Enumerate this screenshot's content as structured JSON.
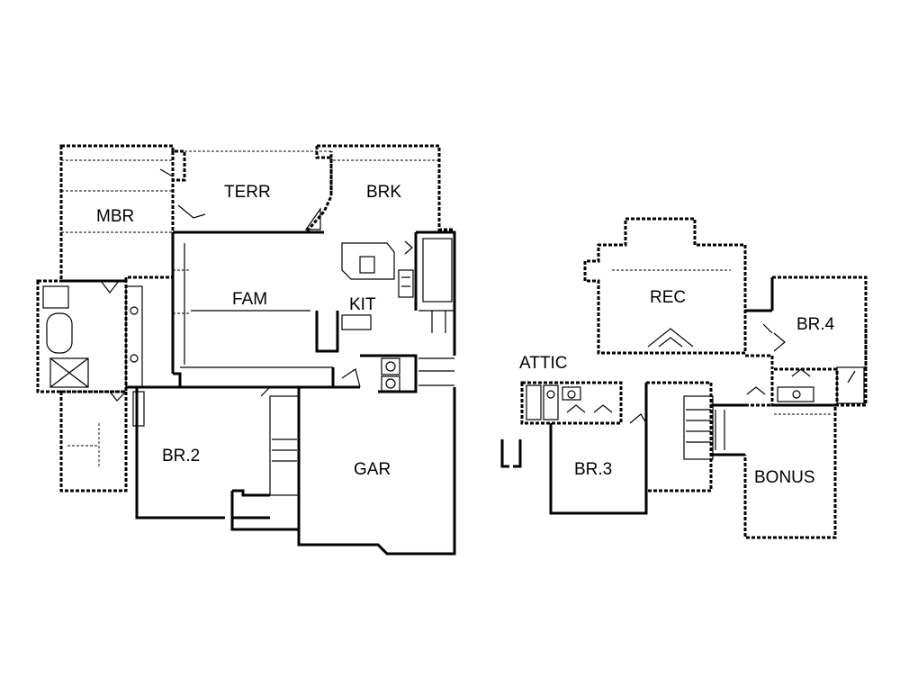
{
  "rooms": {
    "mbr": "MBR",
    "terr": "TERR",
    "brk": "BRK",
    "fam": "FAM",
    "kit": "KIT",
    "br2": "BR.2",
    "gar": "GAR",
    "rec": "REC",
    "br4": "BR.4",
    "attic": "ATTIC",
    "br3": "BR.3",
    "bonus": "BONUS"
  }
}
